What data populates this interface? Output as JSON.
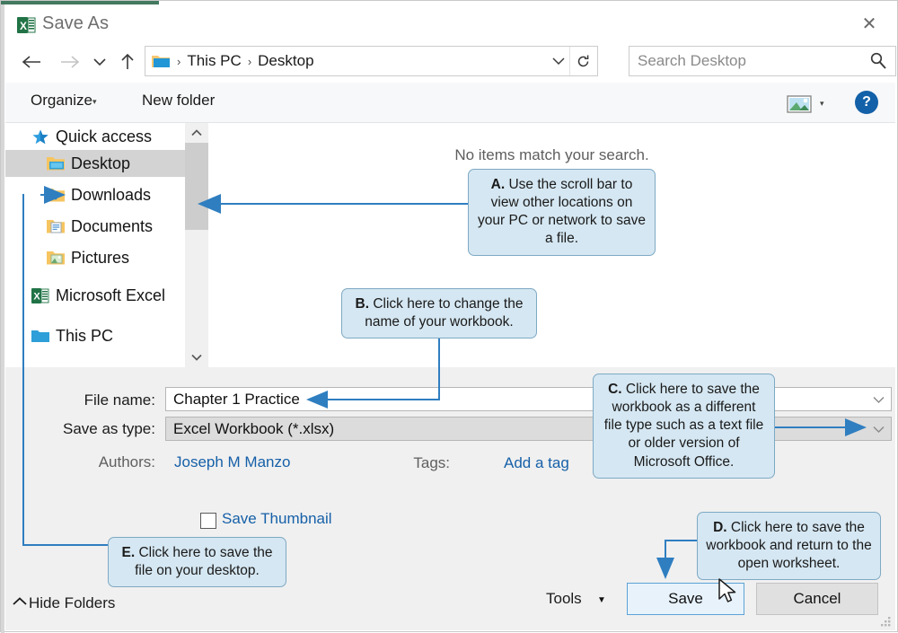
{
  "window": {
    "title": "Save As",
    "app_icon": "excel-icon",
    "accent_color": "#43795f",
    "close_label": "✕"
  },
  "nav": {
    "back_icon": "arrow-left-icon",
    "forward_icon": "arrow-right-icon",
    "recent_icon": "chevron-down-icon",
    "up_icon": "arrow-up-icon",
    "breadcrumbs": [
      "This PC",
      "Desktop"
    ],
    "separator": "›",
    "dropdown_icon": "chevron-down-icon",
    "refresh_icon": "refresh-icon"
  },
  "search": {
    "placeholder": "Search Desktop",
    "value": "",
    "icon": "search-icon"
  },
  "toolbar": {
    "organize_label": "Organize",
    "organize_caret": "▾",
    "new_folder_label": "New folder",
    "view_icon": "view-layout-icon",
    "view_caret": "▾",
    "help_label": "?"
  },
  "tree": {
    "items": [
      {
        "label": "Quick access",
        "icon": "star-icon",
        "indent": 28,
        "selected": false,
        "pinned": false
      },
      {
        "label": "Desktop",
        "icon": "folder-desktop-icon",
        "indent": 45,
        "selected": true,
        "pinned": true
      },
      {
        "label": "Downloads",
        "icon": "folder-downloads-icon",
        "indent": 45,
        "selected": false,
        "pinned": true
      },
      {
        "label": "Documents",
        "icon": "folder-documents-icon",
        "indent": 45,
        "selected": false,
        "pinned": true
      },
      {
        "label": "Pictures",
        "icon": "folder-pictures-icon",
        "indent": 45,
        "selected": false,
        "pinned": true
      },
      {
        "label": "Microsoft Excel",
        "icon": "excel-icon",
        "indent": 28,
        "selected": false,
        "pinned": false
      },
      {
        "label": "This PC",
        "icon": "pc-folder-icon",
        "indent": 28,
        "selected": false,
        "pinned": false
      }
    ],
    "scroll_up_icon": "chevron-up-icon",
    "scroll_down_icon": "chevron-down-icon"
  },
  "file_list": {
    "empty_message": "No items match your search."
  },
  "form": {
    "filename_label": "File name:",
    "filename_value": "Chapter 1 Practice",
    "savetype_label": "Save as type:",
    "savetype_value": "Excel Workbook (*.xlsx)",
    "authors_label": "Authors:",
    "authors_value": "Joseph M Manzo",
    "tags_label": "Tags:",
    "tags_value": "Add a tag",
    "save_thumbnail_label": "Save Thumbnail",
    "save_thumbnail_checked": false,
    "hide_folders_label": "Hide Folders",
    "hide_folders_caret": "⌃",
    "tools_label": "Tools",
    "tools_caret": "▼",
    "save_label": "Save",
    "cancel_label": "Cancel",
    "field_chevron": "⌄"
  },
  "callouts": [
    {
      "key": "A",
      "prefix": "A.",
      "text": "Use the scroll bar to view other locations on your PC or network to save a file."
    },
    {
      "key": "B",
      "prefix": "B.",
      "text": "Click here to change the name of your workbook."
    },
    {
      "key": "C",
      "prefix": "C.",
      "text": "Click here to save the workbook as a different file type such as a text file or older version of Microsoft Office."
    },
    {
      "key": "D",
      "prefix": "D.",
      "text": "Click here to save the workbook and return to the open worksheet."
    },
    {
      "key": "E",
      "prefix": "E.",
      "text": "Click here to save the file on your desktop."
    }
  ],
  "colors": {
    "callout_fill": "#d5e7f2",
    "callout_border": "#7ea9c4",
    "leader_blue": "#2f7ec0",
    "link_blue": "#1660a8",
    "excel_green": "#217346"
  }
}
